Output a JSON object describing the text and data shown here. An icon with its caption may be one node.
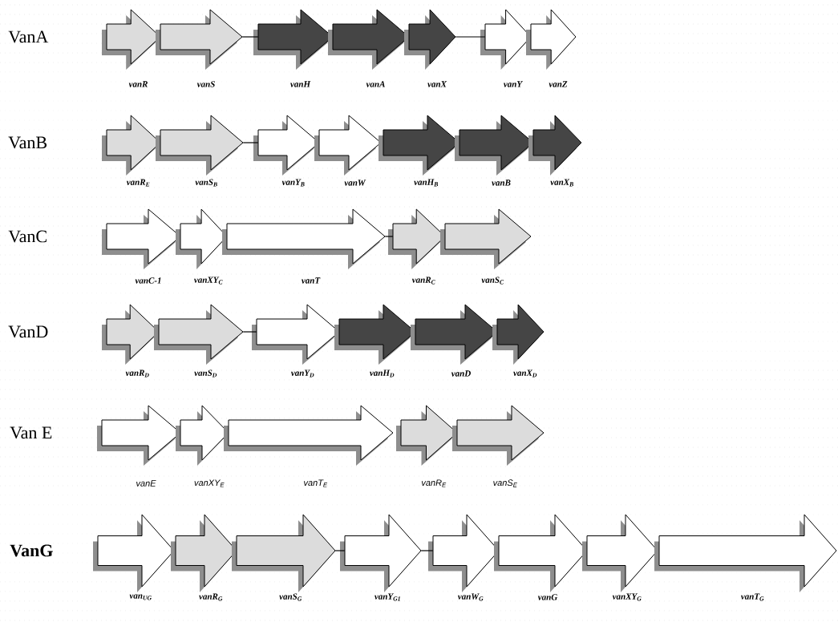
{
  "diagram": {
    "nodes": [
      {
        "text": [
          "vanR"
        ]
      },
      {
        "text": [
          "vanS"
        ]
      },
      {
        "text": [
          "vanH"
        ]
      },
      {
        "text": [
          "vanA"
        ]
      },
      {
        "text": [
          "vanX"
        ]
      },
      {
        "text": [
          "vanY"
        ]
      },
      {
        "text": [
          "vanZ"
        ]
      },
      {
        "text": [
          "vanR$_{E}$"
        ]
      },
      {
        "text": [
          "vanS$_{B}$"
        ]
      },
      {
        "text": [
          "vanY$_{B}$"
        ]
      },
      {
        "text": [
          "vanW"
        ]
      },
      {
        "text": [
          "vanH$_{B}$"
        ]
      },
      {
        "text": [
          "vanB"
        ]
      },
      {
        "text": [
          "vanX$_{B}$"
        ]
      },
      {
        "text": [
          "vanC-1"
        ]
      },
      {
        "text": [
          "vanXY$_{C}$"
        ]
      },
      {
        "text": [
          "vanT"
        ]
      },
      {
        "text": [
          "vanR$_{C}$"
        ]
      },
      {
        "text": [
          "vanS$_{C}$"
        ]
      },
      {
        "text": [
          "vanR$_{D}$"
        ]
      },
      {
        "text": [
          "vanS$_{D}$"
        ]
      },
      {
        "text": [
          "vanY$_{D}$"
        ]
      },
      {
        "text": [
          "vanH$_{D}$"
        ]
      },
      {
        "text": [
          "vanD"
        ]
      },
      {
        "text": [
          "vanX$_{D}$"
        ]
      },
      {
        "text": [
          "vanE"
        ]
      },
      {
        "text": [
          "vanXY$_{E}$"
        ]
      },
      {
        "text": [
          "vanT$_{E}$"
        ]
      },
      {
        "text": [
          "vanR$_{E}$"
        ]
      },
      {
        "text": [
          "vanS$_{E}$"
        ]
      },
      {
        "text": [
          "van$_{UG}$"
        ]
      },
      {
        "text": [
          "vanR$_{G}$"
        ]
      },
      {
        "text": [
          "vanS$_{G}$"
        ]
      },
      {
        "text": [
          "vanY$_{G1}$"
        ]
      },
      {
        "text": [
          "vanW$_{G}$"
        ]
      },
      {
        "text": [
          "vanG"
        ]
      },
      {
        "text": [
          "vanXY$_{G}$"
        ]
      },
      {
        "text": [
          "vanT$_{G}$"
        ]
      }
    ],
    "edges": [
      {
        "from": 1,
        "to": 2,
        "arrow": "none"
      },
      {
        "from": 4,
        "to": 5,
        "arrow": "none"
      },
      {
        "from": 8,
        "to": 9,
        "arrow": "none"
      },
      {
        "from": 16,
        "to": 17,
        "arrow": "none"
      },
      {
        "from": 20,
        "to": 21,
        "arrow": "none"
      },
      {
        "from": 32,
        "to": 33,
        "arrow": "none"
      },
      {
        "from": 33,
        "to": 34,
        "arrow": "none"
      }
    ],
    "labels": [
      "VanA",
      "VanB",
      "VanC",
      "VanD",
      "Van E",
      "VanG"
    ]
  }
}
